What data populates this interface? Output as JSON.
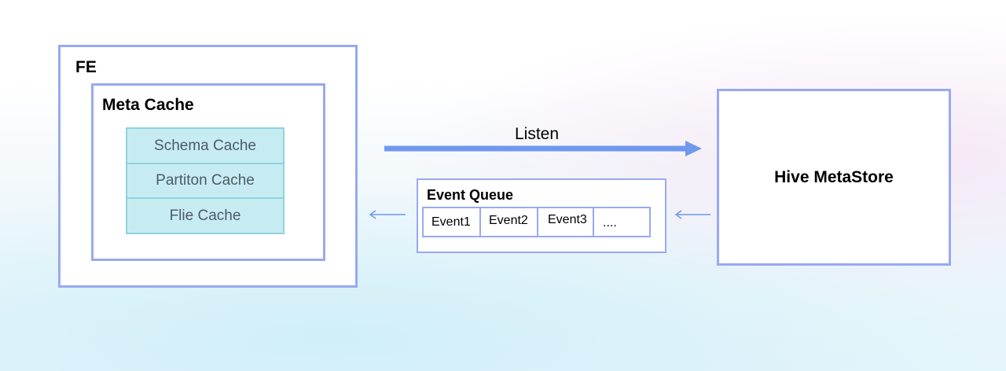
{
  "fe": {
    "title": "FE"
  },
  "meta_cache": {
    "title": "Meta Cache",
    "items": [
      "Schema Cache",
      "Partiton Cache",
      "Flie Cache"
    ]
  },
  "listen_label": "Listen",
  "event_queue": {
    "title": "Event Queue",
    "events": [
      "Event1",
      "Event2",
      "Event3",
      "...."
    ]
  },
  "hive": {
    "title": "Hive MetaStore"
  },
  "colors": {
    "border": "#98a9f3",
    "arrow": "#6f98ef",
    "cache_fill": "#c6ecf2",
    "cache_border": "#8fd3e0"
  }
}
